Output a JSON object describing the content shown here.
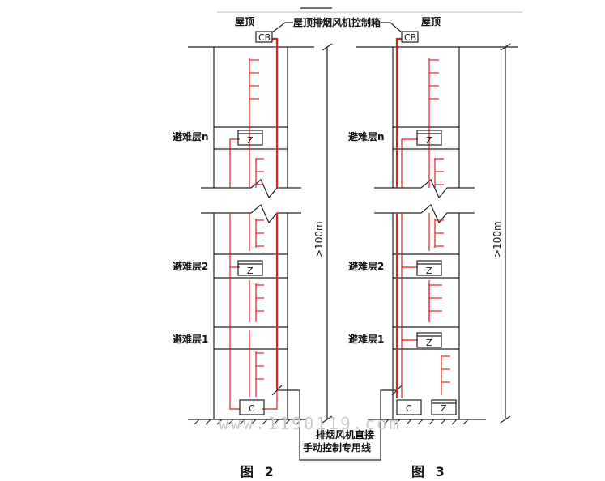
{
  "labels": {
    "roof_left": "屋顶",
    "roof_right": "屋顶",
    "control_box_title": "屋顶排烟风机控制箱",
    "cb": "CB",
    "z": "Z",
    "c": "C",
    "refuge_n": "避难层n",
    "refuge_2": "避难层2",
    "refuge_1": "避难层1",
    "height": ">100m",
    "manual_line_1": "排烟风机直接",
    "manual_line_2": "手动控制专用线",
    "fig2": "图 2",
    "fig3": "图 3",
    "watermark": "www.1190119.com"
  },
  "colors": {
    "line": "#222222",
    "wire": "#e41e1e"
  }
}
